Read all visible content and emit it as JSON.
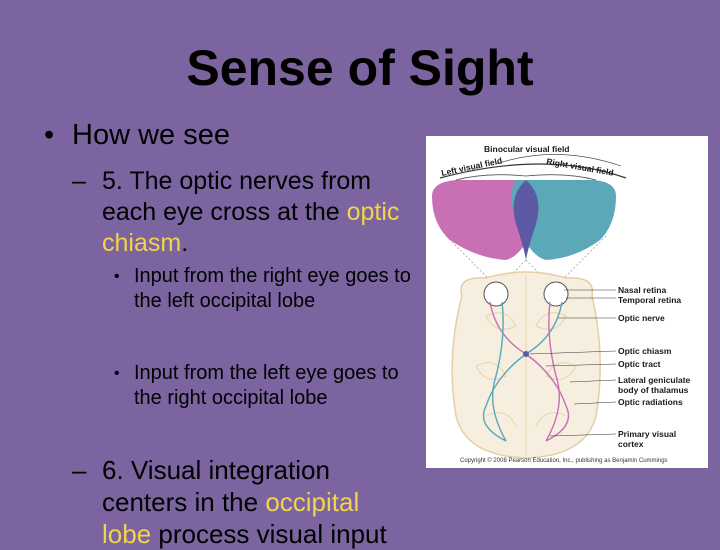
{
  "slide": {
    "title": "Sense of Sight",
    "bullet1": "How we see",
    "item5": {
      "number": "5.",
      "text_a": "The optic nerves from each eye cross at the ",
      "highlight": "optic chiasm",
      "text_b": "."
    },
    "sub1": "Input from the right eye goes to the left occipital lobe",
    "sub2": "Input from the left eye goes to the right occipital lobe",
    "item6": {
      "number": "6.",
      "text_a": "Visual integration centers in the ",
      "highlight": "occipital lobe",
      "text_b": " process visual input"
    }
  },
  "figure": {
    "binocular": "Binocular visual field",
    "left_field": "Left visual field",
    "right_field": "Right visual field",
    "labels": [
      "Nasal retina",
      "Temporal retina",
      "Optic nerve",
      "Optic chiasm",
      "Optic tract",
      "Lateral geniculate",
      "body of thalamus",
      "Optic radiations",
      "Primary visual",
      "cortex"
    ],
    "copyright": "Copyright © 2008 Pearson Education, Inc., publishing as Benjamin Cummings"
  },
  "colors": {
    "background": "#7b64a0",
    "highlight": "#f3d34a",
    "left_field": "#c96fb4",
    "right_field": "#5aa8b8",
    "overlap": "#5b5aa2"
  }
}
